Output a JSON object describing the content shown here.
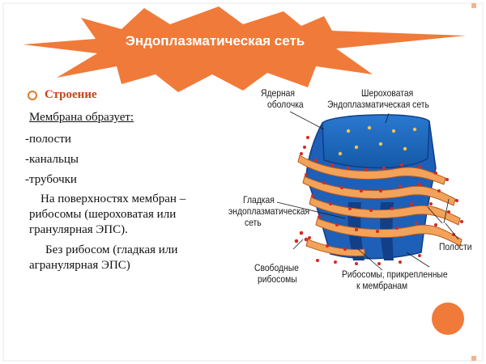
{
  "title": "Эндоплазматическая сеть",
  "structure": {
    "heading": "Строение",
    "membrane_forms": "Мембрана образует:",
    "items": [
      "-полости",
      "-канальцы",
      "-трубочки"
    ],
    "rough_line1": "На поверхностях мембран –",
    "rough_line2": "рибосомы (шероховатая или",
    "rough_line3": "гранулярная ЭПС).",
    "smooth_line1": "Без рибосом (гладкая или",
    "smooth_line2": "агранулярная ЭПС)"
  },
  "diagram": {
    "labels": {
      "nuclear_envelope_1": "Ядерная",
      "nuclear_envelope_2": "оболочка",
      "rough_er_1": "Шероховатая",
      "rough_er_2": "Эндоплазматическая сеть",
      "smooth_er_1": "Гладкая",
      "smooth_er_2": "эндоплазматическая",
      "smooth_er_3": "сеть",
      "free_ribosomes_1": "Свободные",
      "free_ribosomes_2": "рибосомы",
      "attached_ribosomes_1": "Рибосомы, прикрепленные",
      "attached_ribosomes_2": "к мембранам",
      "cavities": "Полости"
    }
  },
  "colors": {
    "accent_orange": "#f07a3a",
    "heading_red": "#c0461a",
    "membrane_blue": "#1e5fb8",
    "membrane_dark": "#123f86",
    "cisterna_orange": "#f3a25a",
    "ribosome_red": "#d42a20"
  }
}
